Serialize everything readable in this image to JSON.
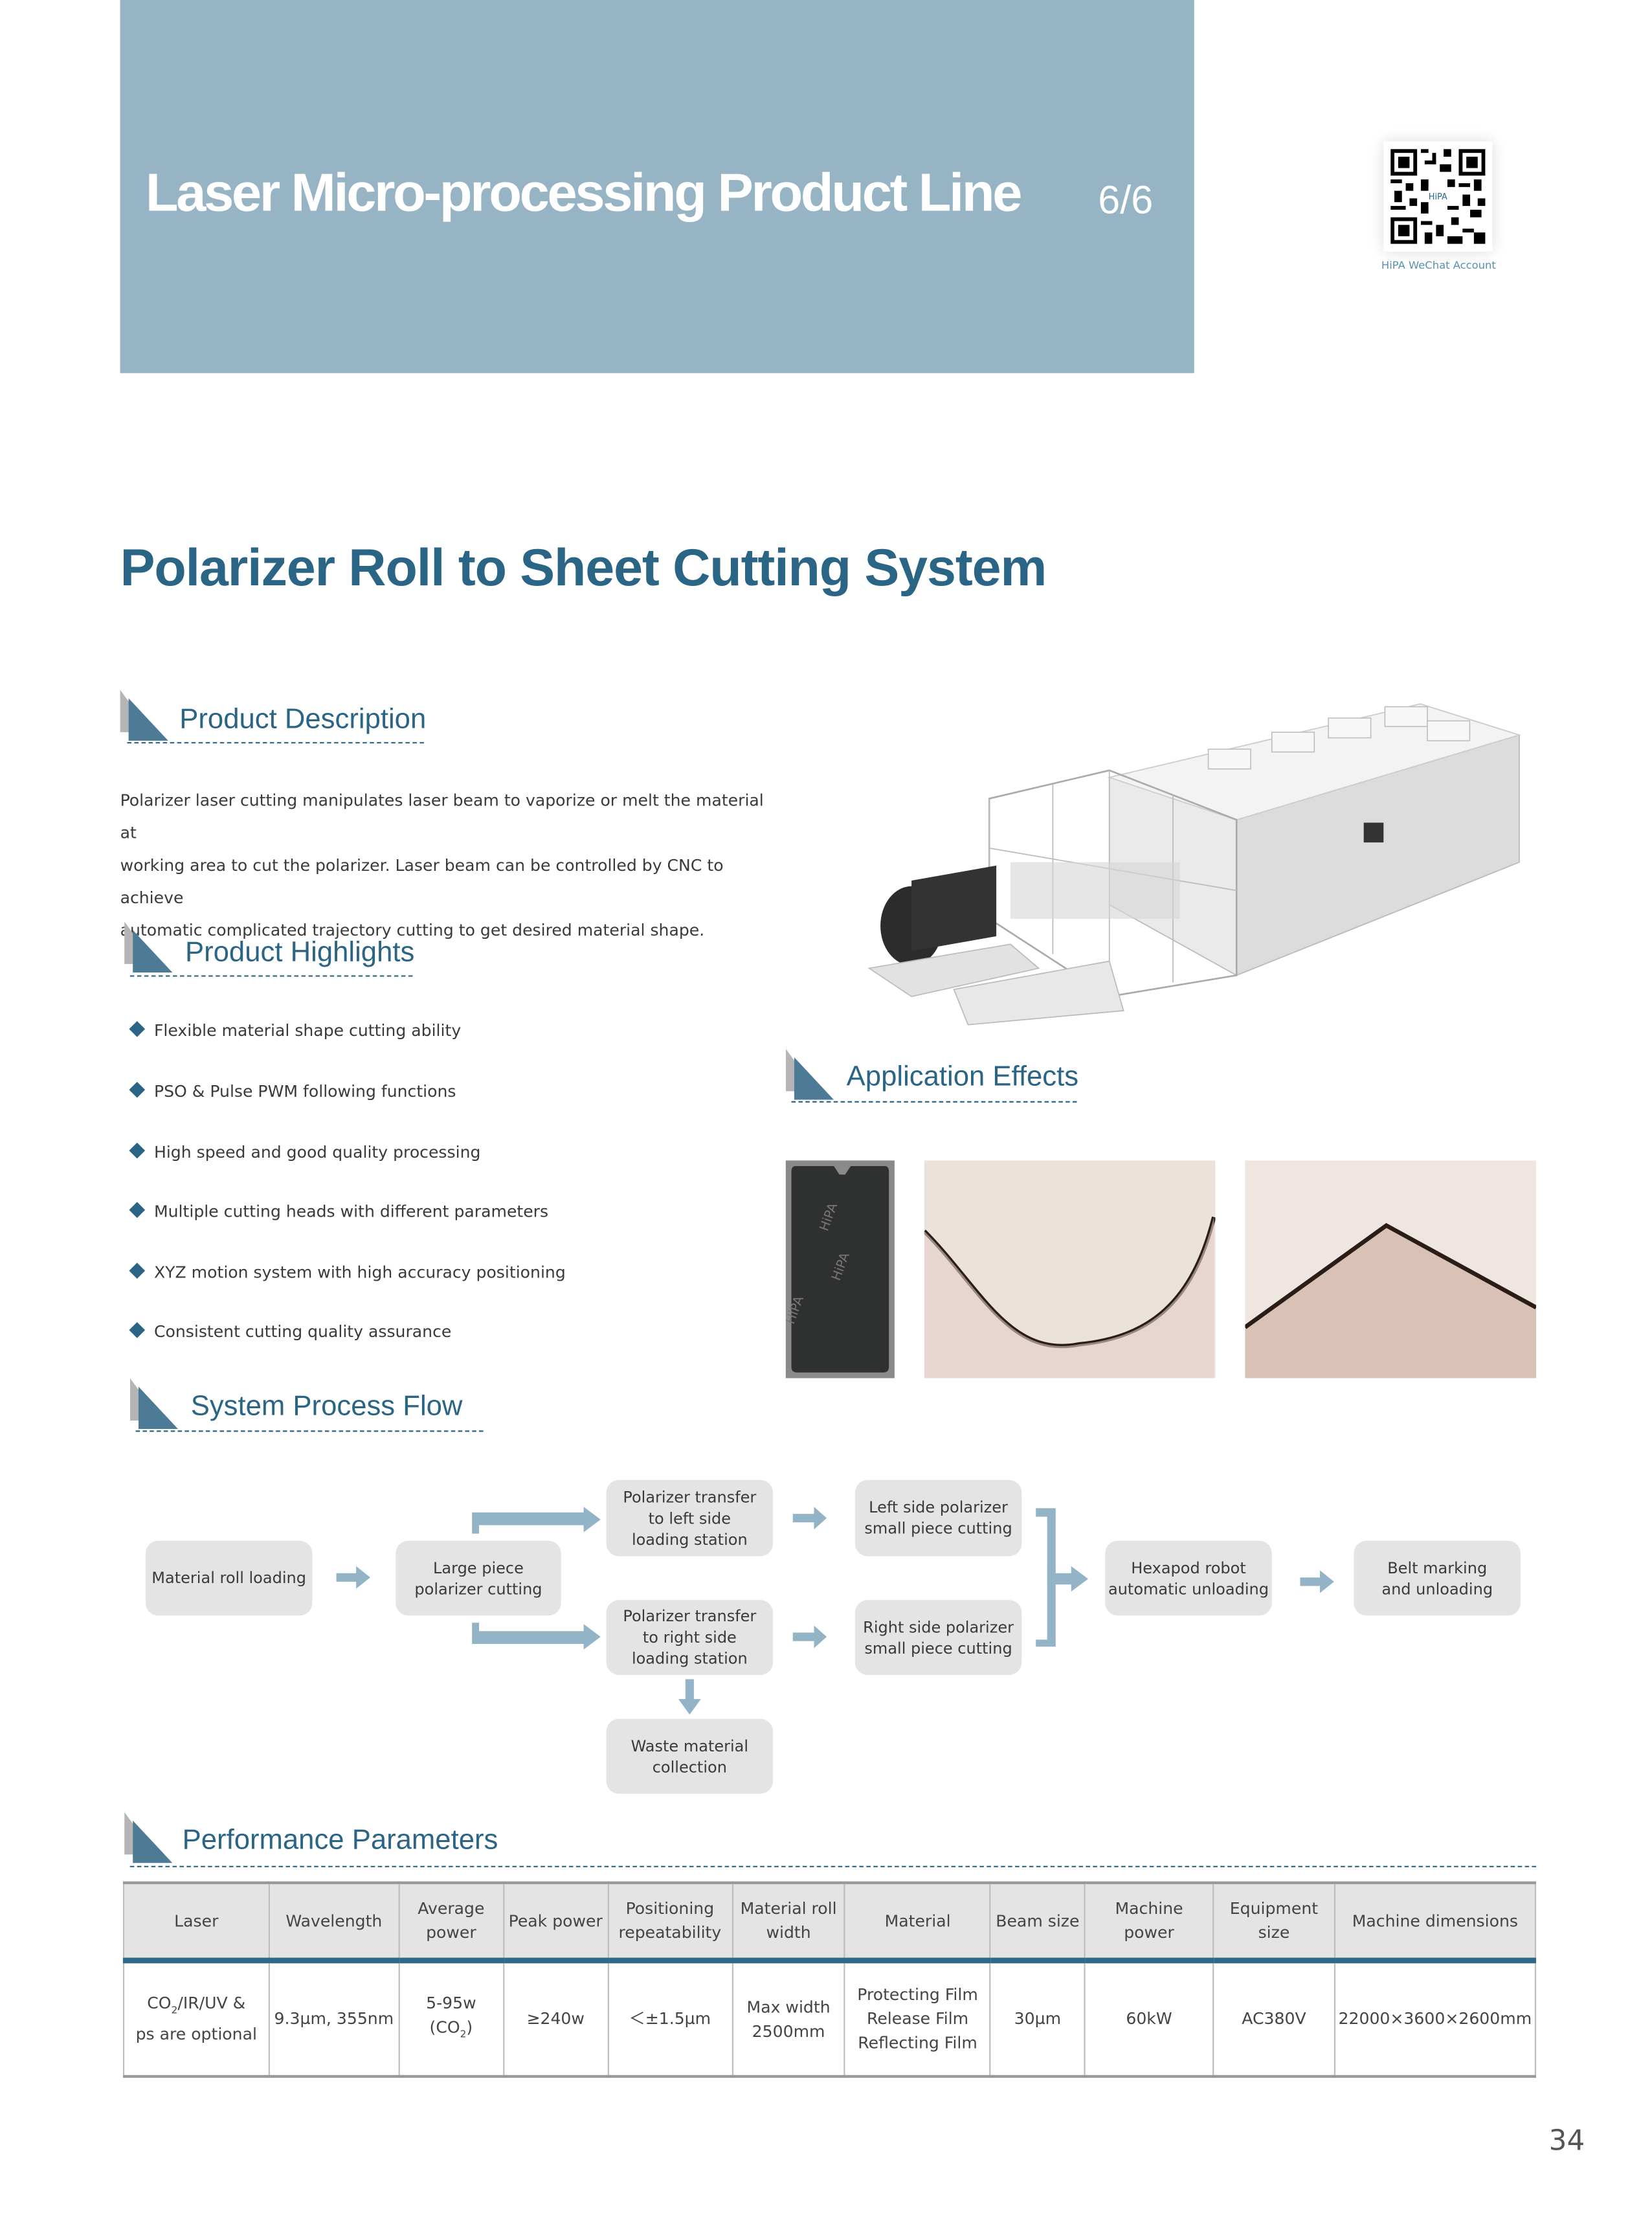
{
  "header": {
    "title": "Laser Micro-processing Product Line",
    "page_indicator": "6/6",
    "qr_caption": "HiPA WeChat Account"
  },
  "main_title": "Polarizer Roll to Sheet Cutting System",
  "description": {
    "heading": "Product Description",
    "lines": [
      "Polarizer laser cutting manipulates laser beam to vaporize or melt the material at",
      "working area to cut the polarizer. Laser beam can be controlled by CNC to achieve",
      "automatic complicated trajectory cutting to get desired material shape."
    ]
  },
  "highlights": {
    "heading": "Product Highlights",
    "items": [
      "Flexible material shape cutting ability",
      "PSO & Pulse PWM following functions",
      "High speed and good quality processing",
      "Multiple cutting heads with different parameters",
      "XYZ motion system with high accuracy positioning",
      "Consistent cutting quality assurance"
    ]
  },
  "application": {
    "heading": "Application Effects",
    "watermark": "HiPA"
  },
  "process_flow": {
    "heading": "System Process Flow",
    "steps": {
      "material_roll": "Material roll loading",
      "large_piece": "Large piece\npolarizer cutting",
      "transfer_left": "Polarizer transfer\nto left side\nloading station",
      "transfer_right": "Polarizer transfer\nto right side\nloading station",
      "waste": "Waste material\ncollection",
      "left_cut": "Left side polarizer\nsmall piece cutting",
      "right_cut": "Right side polarizer\nsmall piece cutting",
      "hexapod": "Hexapod robot\nautomatic unloading",
      "belt": "Belt marking\nand unloading"
    }
  },
  "performance": {
    "heading": "Performance Parameters",
    "columns": [
      "Laser",
      "Wavelength",
      "Average power",
      "Peak power",
      "Positioning repeatability",
      "Material roll width",
      "Material",
      "Beam size",
      "Machine power",
      "Equipment size",
      "Machine dimensions"
    ],
    "row": {
      "laser_a": "CO",
      "laser_sub": "2",
      "laser_b": "/IR/UV &",
      "laser_c": "ps are optional",
      "wavelength": "9.3µm, 355nm",
      "avg_a": "5-95w (CO",
      "avg_sub": "2",
      "avg_b": ")",
      "peak": "≥240w",
      "positioning": "＜±1.5µm",
      "roll_a": "Max width",
      "roll_b": "2500mm",
      "mat_1": "Protecting Film",
      "mat_2": "Release Film",
      "mat_3": "Reflecting Film",
      "beam": "30µm",
      "machine_power": "60kW",
      "equipment": "AC380V",
      "dimensions": "22000×3600×2600mm"
    }
  },
  "page_number": "34",
  "colors": {
    "header_bg": "#97b4c5",
    "accent": "#2b6585",
    "arrow": "#93b3c6",
    "box": "#e4e4e4"
  }
}
